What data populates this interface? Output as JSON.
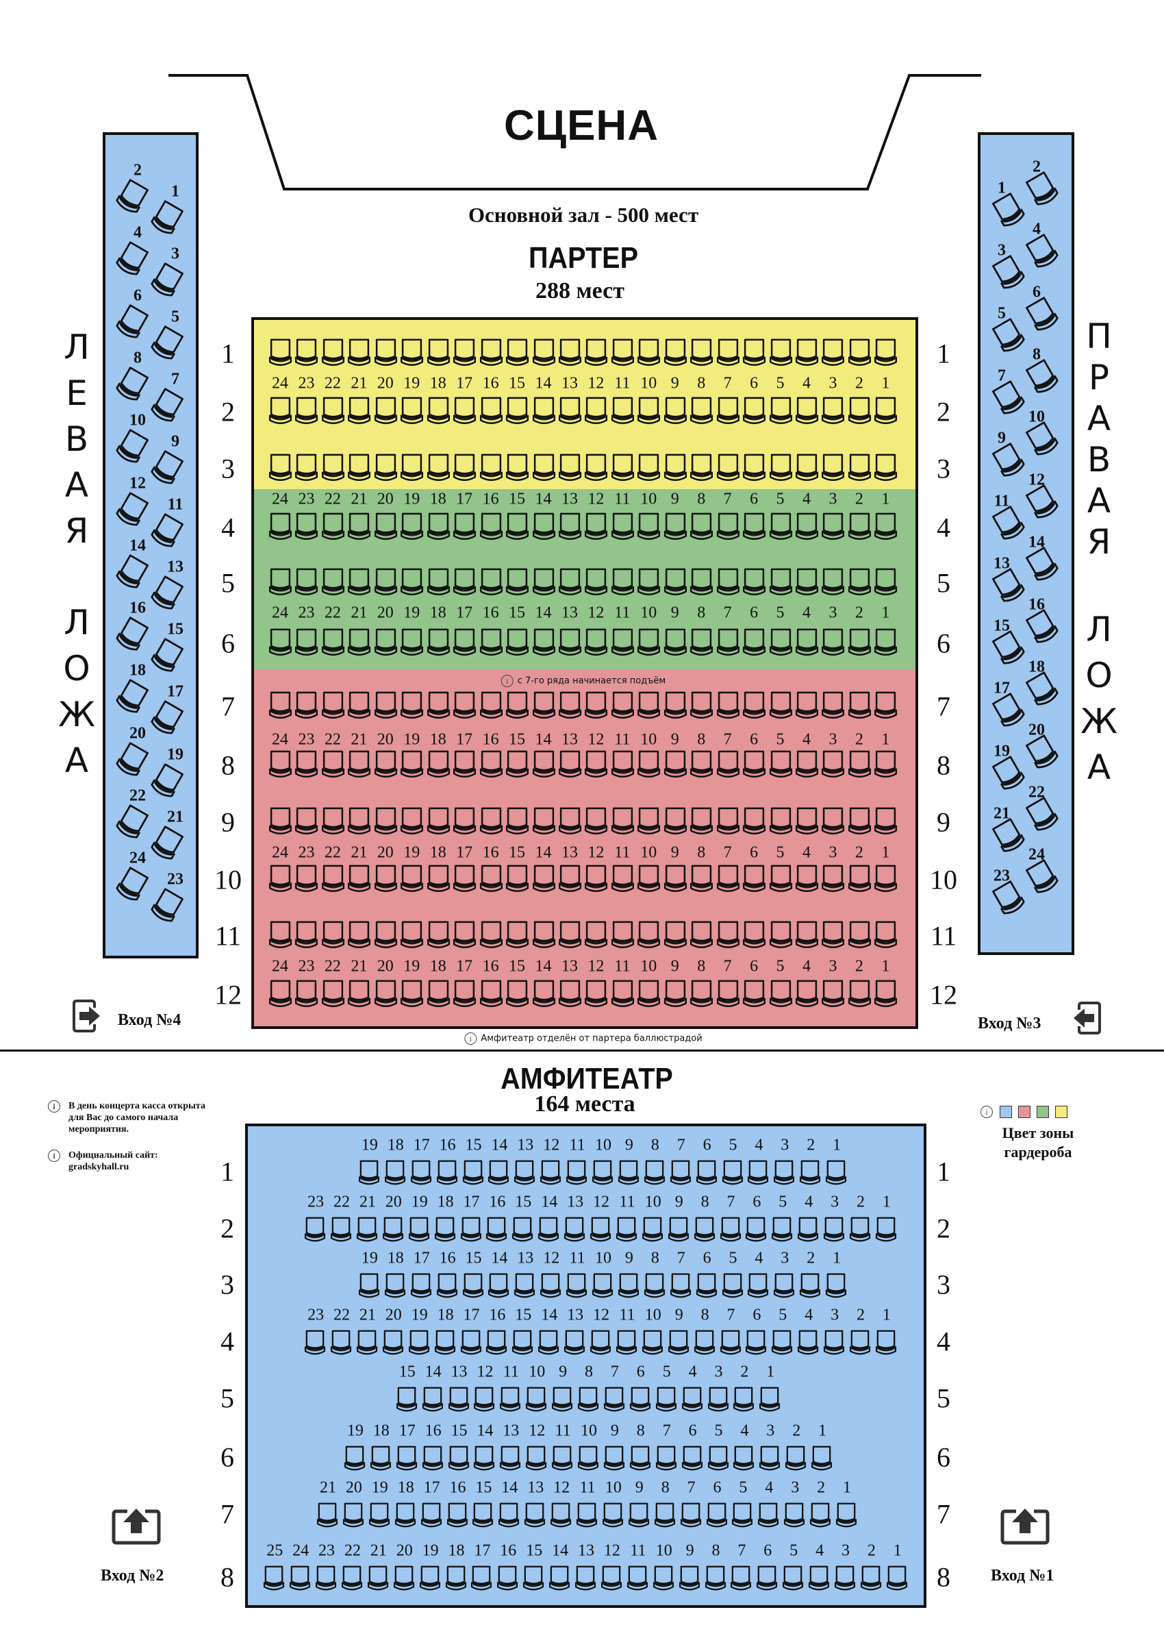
{
  "stage": {
    "title": "СЦЕНА"
  },
  "hall": {
    "title": "Основной зал - 500 мест"
  },
  "colors": {
    "yellow": "#f2ec7e",
    "green": "#93c48b",
    "red": "#e39598",
    "blue": "#9fc7ef"
  },
  "parter": {
    "title": "ПАРТЕР",
    "count": "288 мест",
    "rows": [
      "1",
      "2",
      "3",
      "4",
      "5",
      "6",
      "7",
      "8",
      "9",
      "10",
      "11",
      "12"
    ],
    "seats_per_row": 24,
    "zones": [
      {
        "rows": "1-3",
        "color": "yellow"
      },
      {
        "rows": "4-6",
        "color": "green"
      },
      {
        "rows": "7-12",
        "color": "red"
      }
    ],
    "rise_note": "с 7-го ряда начинается подъём",
    "balustrade_note": "Амфитеатр отделён от партера баллюстрадой"
  },
  "left_lodge": {
    "title_top": "ЛЕВАЯ",
    "title_bottom": "ЛОЖА",
    "seats": 24
  },
  "right_lodge": {
    "title_top": "ПРАВАЯ",
    "title_bottom": "ЛОЖА",
    "seats": 24
  },
  "entries": {
    "e4": "Вход №4",
    "e3": "Вход №3",
    "e2": "Вход №2",
    "e1": "Вход №1"
  },
  "amphitheatre": {
    "title": "АМФИТЕАТР",
    "count": "164 места",
    "rows": [
      {
        "label": "1",
        "seats": 19
      },
      {
        "label": "2",
        "seats": 23
      },
      {
        "label": "3",
        "seats": 19
      },
      {
        "label": "4",
        "seats": 23
      },
      {
        "label": "5",
        "seats": 15
      },
      {
        "label": "6",
        "seats": 19
      },
      {
        "label": "7",
        "seats": 21
      },
      {
        "label": "8",
        "seats": 25
      }
    ]
  },
  "notes": {
    "box_office": "В день концерта касса открыта для Вас до самого начала мероприятия.",
    "site_label": "Официальный сайт:",
    "site": "gradskyhall.ru"
  },
  "legend": {
    "line1": "Цвет зоны",
    "line2": "гардероба",
    "swatches": [
      "blue",
      "red",
      "green",
      "yellow"
    ]
  }
}
